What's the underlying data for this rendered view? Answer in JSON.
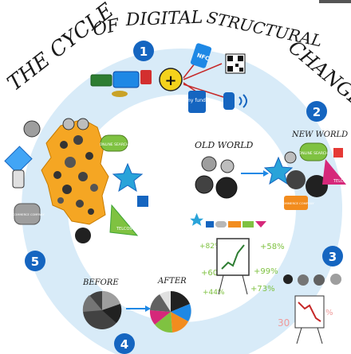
{
  "title": {
    "word1": "THE CYCLE",
    "word2": "OF",
    "word3": "DIGITAL",
    "word4": "STRUCTURAL",
    "word5": "CHANGE"
  },
  "steps": [
    "1",
    "2",
    "3",
    "4",
    "5"
  ],
  "step2": {
    "new_world": "NEW WORLD",
    "online_search": "ONLINE SEARCH",
    "telcos": "TELCOS",
    "ecommerce": "E-COMMERCE COMPANY"
  },
  "center": {
    "old_world": "OLD WORLD"
  },
  "step1": {
    "plus": "+",
    "nfc": "NFC",
    "my_funds": "my funds"
  },
  "step3": {
    "pct1": "+58%",
    "pct2": "+99%",
    "pct3": "+73%",
    "pct4": "+60%",
    "pct5": "+44%",
    "pct6": "+82%"
  },
  "step4": {
    "before": "BEFORE",
    "after": "AFTER"
  },
  "step5": {
    "online_search": "ONLINE SEARCH",
    "telcos": "TELCOS",
    "ecommerce": "E-COMMERCE COMPANY"
  },
  "colors": {
    "ring": "#d8ebf8",
    "badge": "#1565c0",
    "accent_green": "#3fa535",
    "accent_pink": "#d6287a",
    "accent_orange": "#f28c1e"
  }
}
